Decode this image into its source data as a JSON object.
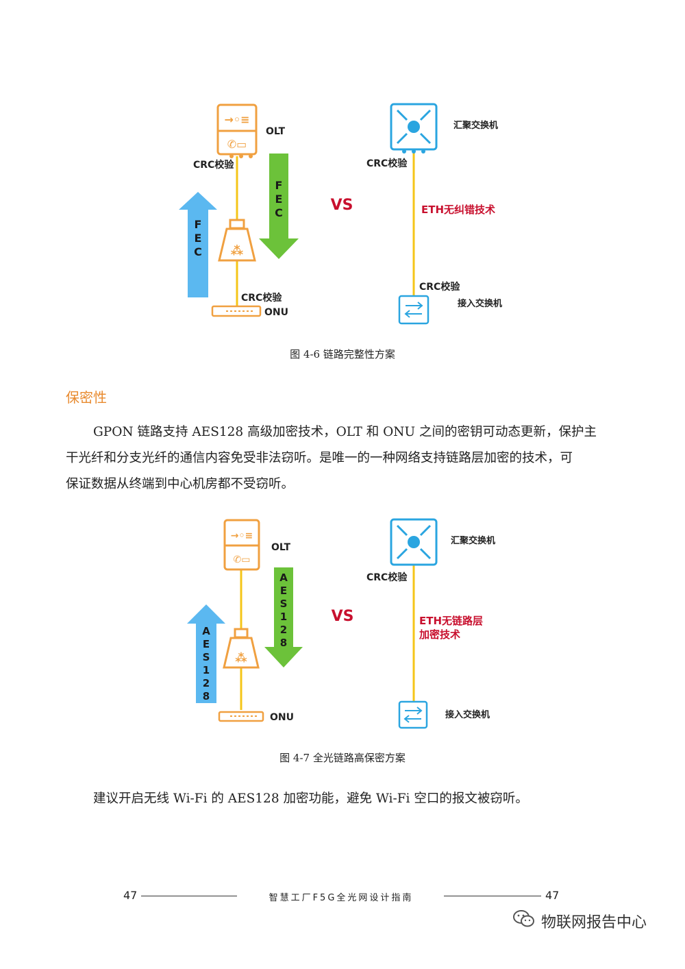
{
  "figure1": {
    "left": {
      "olt": "OLT",
      "crc_top": "CRC校验",
      "crc_bottom": "CRC校验",
      "onu": "ONU",
      "up_arrow": [
        "F",
        "E",
        "C"
      ],
      "down_arrow": [
        "F",
        "E",
        "C"
      ]
    },
    "vs": "VS",
    "right": {
      "agg_switch": "汇聚交换机",
      "crc_top": "CRC校验",
      "note": "ETH无纠错技术",
      "crc_bottom": "CRC校验",
      "access_switch": "接入交换机"
    },
    "caption": "图 4-6  链路完整性方案"
  },
  "section": {
    "title": "保密性",
    "paragraph_lines": [
      "GPON 链路支持 AES128 高级加密技术，OLT 和 ONU 之间的密钥可动态更新，保护主",
      "干光纤和分支光纤的通信内容免受非法窃听。是唯一的一种网络支持链路层加密的技术，可",
      "保证数据从终端到中心机房都不受窃听。"
    ]
  },
  "figure2": {
    "left": {
      "olt": "OLT",
      "onu": "ONU",
      "up_arrow": [
        "A",
        "E",
        "S",
        "1",
        "2",
        "8"
      ],
      "down_arrow": [
        "A",
        "E",
        "S",
        "1",
        "2",
        "8"
      ]
    },
    "vs": "VS",
    "right": {
      "agg_switch": "汇聚交换机",
      "crc_top": "CRC校验",
      "note_line1": "ETH无链路层",
      "note_line2": "加密技术",
      "access_switch": "接入交换机"
    },
    "caption": "图 4-7  全光链路高保密方案"
  },
  "closing": "建议开启无线 Wi-Fi 的 AES128 加密功能，避免 Wi-Fi 空口的报文被窃听。",
  "footer": {
    "page_left": "47",
    "title": "智慧工厂F5G全光网设计指南",
    "page_right": "47"
  },
  "watermark": {
    "icon": "wechat-icon",
    "text": "物联网报告中心"
  },
  "colors": {
    "orange": "#f0a040",
    "yellow_line": "#f5c518",
    "blue_arrow": "#5bb8f0",
    "green_arrow": "#6cc23a",
    "switch_blue": "#2aa5e0",
    "red_text": "#c8102e",
    "section_orange": "#e88a2e"
  }
}
